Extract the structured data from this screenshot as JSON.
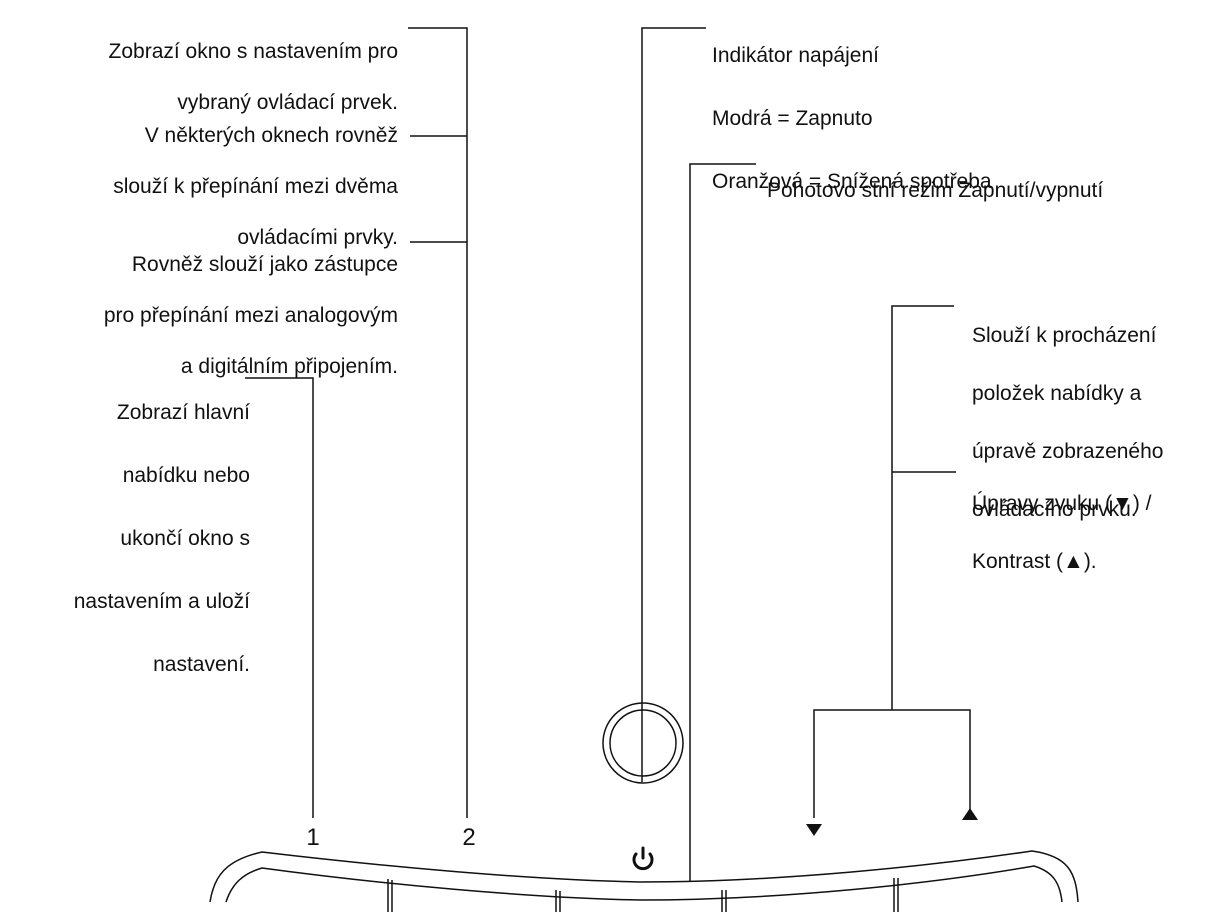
{
  "callouts": {
    "settings_window": {
      "lines": [
        "Zobrazí okno s nastavením pro",
        "vybraný ovládací prvek."
      ]
    },
    "toggle_controls": {
      "lines": [
        "V některých oknech rovněž",
        "slouží k přepínání mezi dvěma",
        "ovládacími prvky."
      ]
    },
    "shortcut_input": {
      "lines": [
        "Rovněž slouží jako zástupce",
        "pro přepínání mezi analogovým",
        "a digitálním připojením."
      ]
    },
    "main_menu": {
      "lines": [
        "Zobrazí hlavní",
        "nabídku nebo",
        "ukončí okno s",
        "nastavením a uloží",
        "nastavení."
      ]
    },
    "power_indicator": {
      "lines": [
        "Indikátor napájení",
        "Modrá = Zapnuto",
        "Oranžová = Snížená spotřeba"
      ]
    },
    "power_button": {
      "lines": [
        "Pohotovo stní režim Zapnutí/vypnutí"
      ]
    },
    "navigate_menu": {
      "lines": [
        "Slouží k procházení",
        "položek nabídky a",
        "úpravě zobrazeného",
        "ovládacího prvku."
      ]
    },
    "sound_contrast": {
      "lines": [
        "Úpravy zvuku (▼) /",
        "Kontrast  (▲)."
      ]
    }
  },
  "buttons": {
    "button_1": "1",
    "button_2": "2",
    "power_symbol": "⏻",
    "down_arrow": "▼",
    "up_arrow": "▲"
  }
}
